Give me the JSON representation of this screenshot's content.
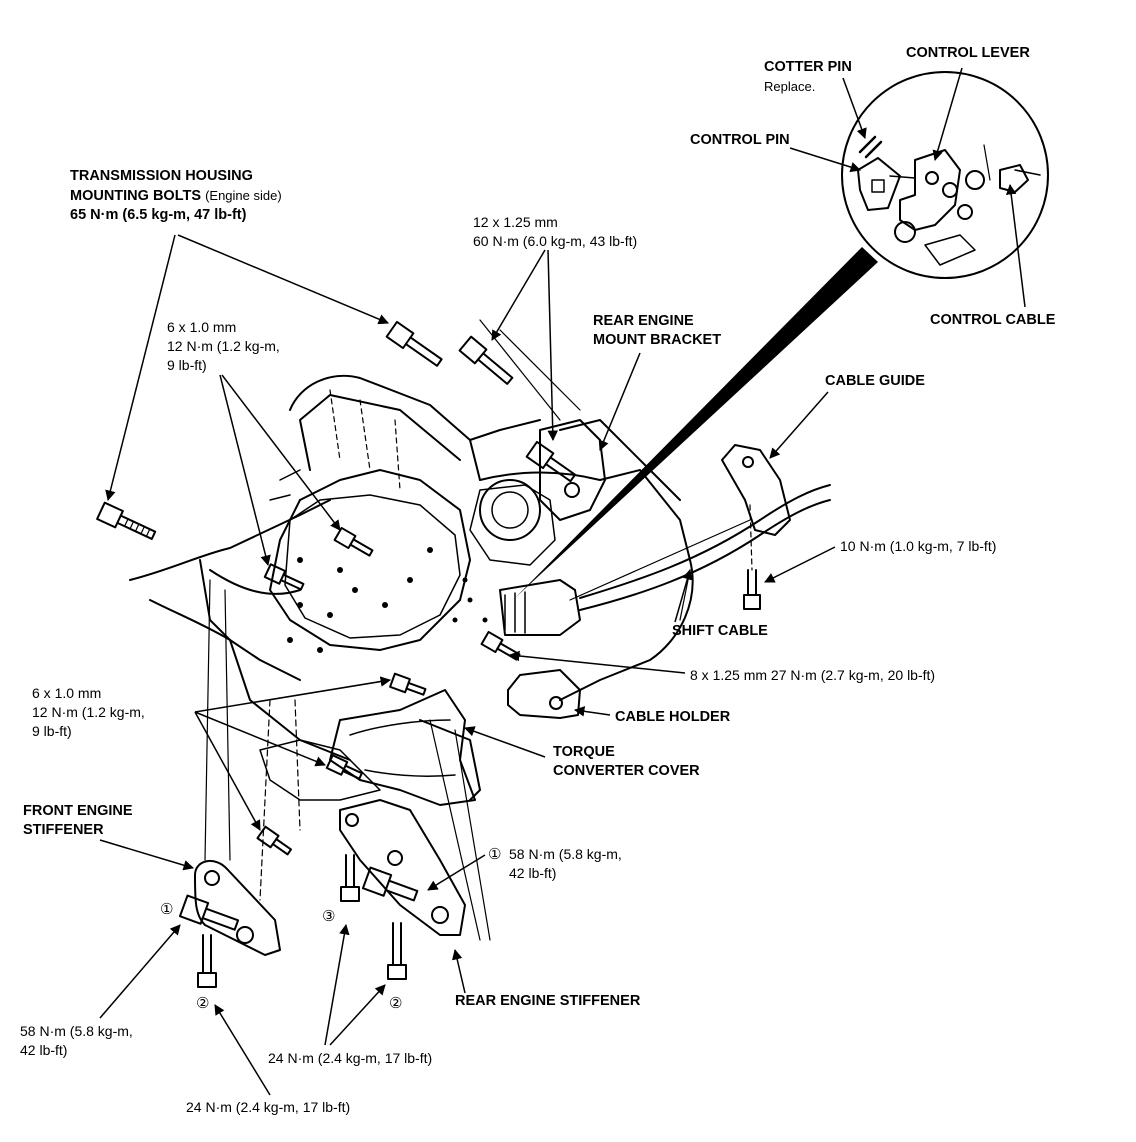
{
  "labels": {
    "trans_housing_1": "TRANSMISSION HOUSING",
    "trans_housing_2": "MOUNTING BOLTS",
    "trans_housing_2b": "(Engine side)",
    "trans_housing_3": "65 N·m (6.5 kg-m, 47 lb-ft)",
    "bolt_12x125_1": "12 x 1.25 mm",
    "bolt_12x125_2": "60 N·m (6.0 kg-m, 43 lb-ft)",
    "bolt_6x10_top_1": "6 x 1.0 mm",
    "bolt_6x10_top_2": "12 N·m (1.2 kg-m,",
    "bolt_6x10_top_3": "9 lb-ft)",
    "rear_mount_1": "REAR ENGINE",
    "rear_mount_2": "MOUNT BRACKET",
    "cotter_pin": "COTTER PIN",
    "cotter_replace": "Replace.",
    "control_lever": "CONTROL LEVER",
    "control_pin": "CONTROL PIN",
    "control_cable": "CONTROL CABLE",
    "cable_guide": "CABLE GUIDE",
    "guide_bolt": "10 N·m (1.0 kg-m, 7 lb-ft)",
    "shift_cable": "SHIFT CABLE",
    "bolt_8x125": "8 x 1.25 mm 27 N·m (2.7 kg-m, 20 lb-ft)",
    "cable_holder": "CABLE HOLDER",
    "bolt_6x10_low_1": "6 x 1.0 mm",
    "bolt_6x10_low_2": "12 N·m (1.2 kg-m,",
    "bolt_6x10_low_3": "9 lb-ft)",
    "torque_cover_1": "TORQUE",
    "torque_cover_2": "CONVERTER COVER",
    "front_stiffener_1": "FRONT ENGINE",
    "front_stiffener_2": "STIFFENER",
    "rear_58_1": "58 N·m (5.8 kg-m,",
    "rear_58_2": "42 lb-ft)",
    "rear_stiffener": "REAR ENGINE STIFFENER",
    "front_58_1": "58 N·m (5.8 kg-m,",
    "front_58_2": "42 lb-ft)",
    "mid_24": "24 N·m (2.4 kg-m, 17 lb-ft)",
    "bottom_24": "24 N·m (2.4 kg-m, 17 lb-ft)"
  },
  "markers": {
    "one": "①",
    "two": "②",
    "three": "③"
  }
}
